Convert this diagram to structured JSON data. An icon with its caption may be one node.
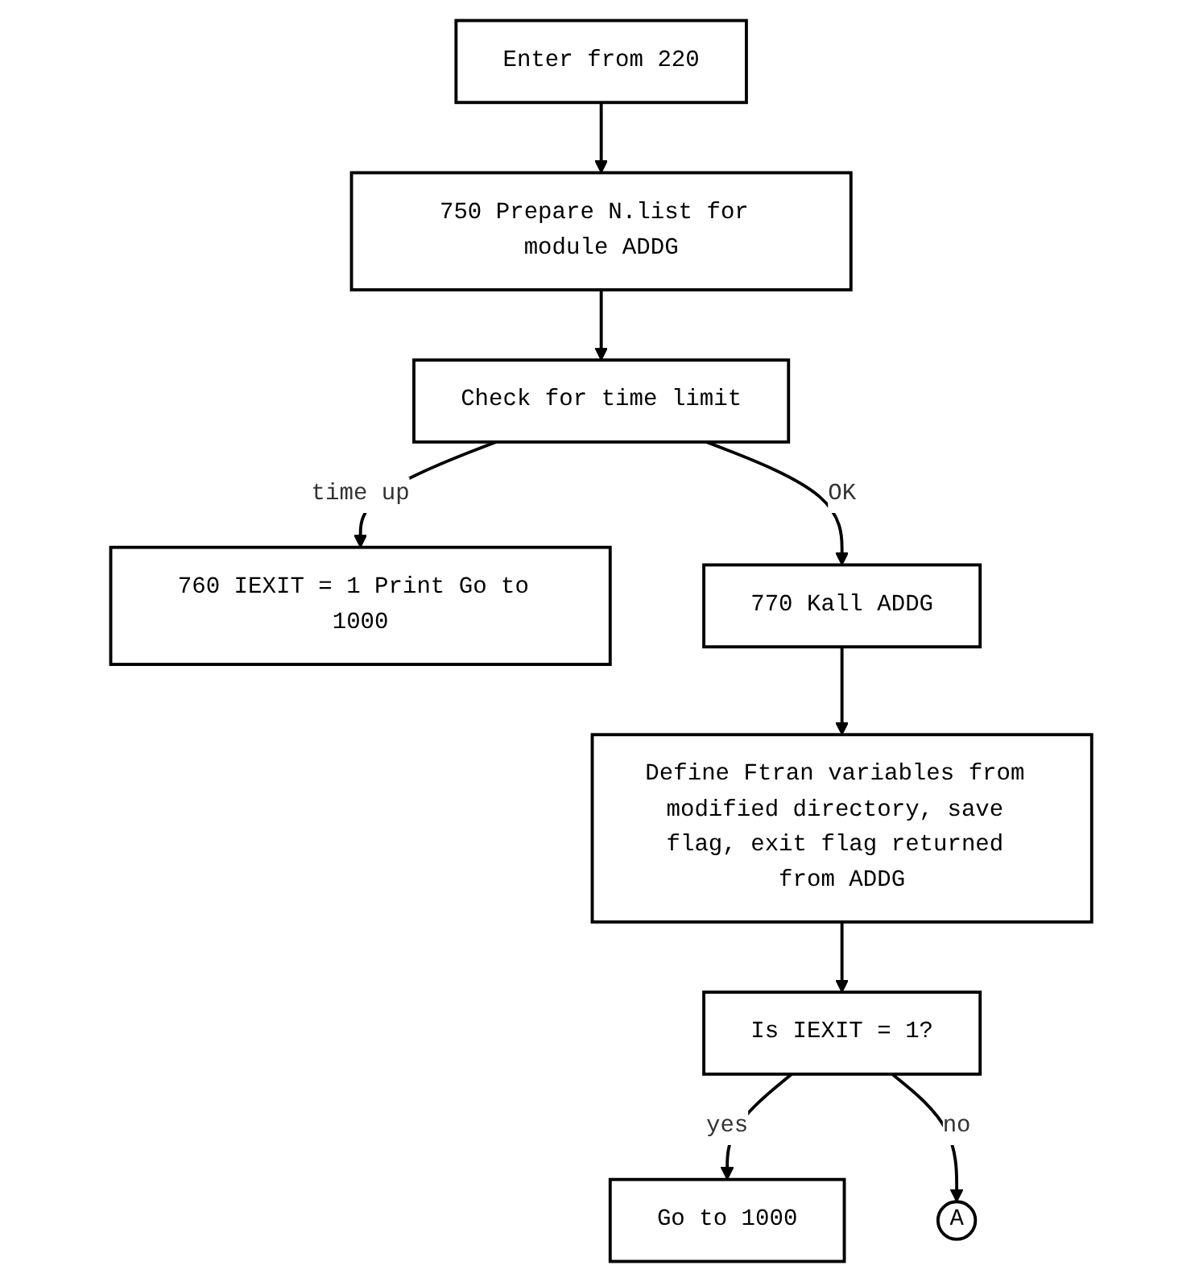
{
  "diagram": {
    "nodes": [
      {
        "text": [
          "Enter from 220"
        ]
      },
      {
        "text": [
          "750 Prepare N.list for module ADDG"
        ]
      },
      {
        "text": [
          "Check for time limit"
        ]
      },
      {
        "text": [
          "760 IEXIT = 1 Print Go to 1000"
        ]
      },
      {
        "text": [
          "770 Kall ADDG"
        ]
      },
      {
        "text": [
          "Define Ftran variables from modified directory, save flag, exit flag returned from ADDG"
        ]
      },
      {
        "text": [
          "Is IEXIT = 1?"
        ]
      },
      {
        "text": [
          "Go to 1000"
        ]
      },
      {
        "text": [
          "A"
        ]
      }
    ],
    "edges": [
      {
        "from": 0,
        "to": 1,
        "arrow": "to"
      },
      {
        "from": 1,
        "to": 2,
        "arrow": "to"
      },
      {
        "from": 2,
        "to": 3,
        "arrow": "to",
        "label": "time up"
      },
      {
        "from": 2,
        "to": 4,
        "arrow": "to",
        "label": "OK"
      },
      {
        "from": 4,
        "to": 5,
        "arrow": "to"
      },
      {
        "from": 5,
        "to": 6,
        "arrow": "to"
      },
      {
        "from": 6,
        "to": 7,
        "arrow": "to",
        "label": "yes"
      },
      {
        "from": 6,
        "to": 8,
        "arrow": "to",
        "label": "no"
      }
    ]
  }
}
